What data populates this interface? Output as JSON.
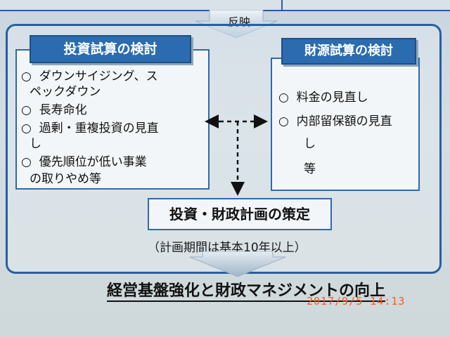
{
  "top_arrow": {
    "label": "反映"
  },
  "left_panel": {
    "header": "投資試算の検討",
    "items": [
      {
        "bullet": "○",
        "line1": "ダウンサイジング、ス",
        "line2": "ペックダウン"
      },
      {
        "bullet": "○",
        "line1": "長寿命化",
        "line2": ""
      },
      {
        "bullet": "○",
        "line1": "過剰・重複投資の見直",
        "line2": "し"
      },
      {
        "bullet": "○",
        "line1": "優先順位が低い事業",
        "line2": "の取りやめ等"
      }
    ]
  },
  "right_panel": {
    "header": "財源試算の検討",
    "items": [
      {
        "bullet": "○",
        "line1": "料金の見直し",
        "line2": ""
      },
      {
        "bullet": "○",
        "line1": "内部留保額の見直",
        "line2": "し"
      },
      {
        "bullet": "",
        "line1": "等",
        "line2": ""
      }
    ]
  },
  "plan_box": {
    "title": "投資・財政計画の策定",
    "subtitle": "（計画期間は基本10年以上）"
  },
  "result": {
    "text": "経営基盤強化と財政マネジメントの向上"
  },
  "photo_timestamp": "2017/9/5  14:13",
  "colors": {
    "accent_blue": "#2b6cb0",
    "frame_blue": "#2a5e9e",
    "timestamp_orange": "#ff5a1e"
  }
}
